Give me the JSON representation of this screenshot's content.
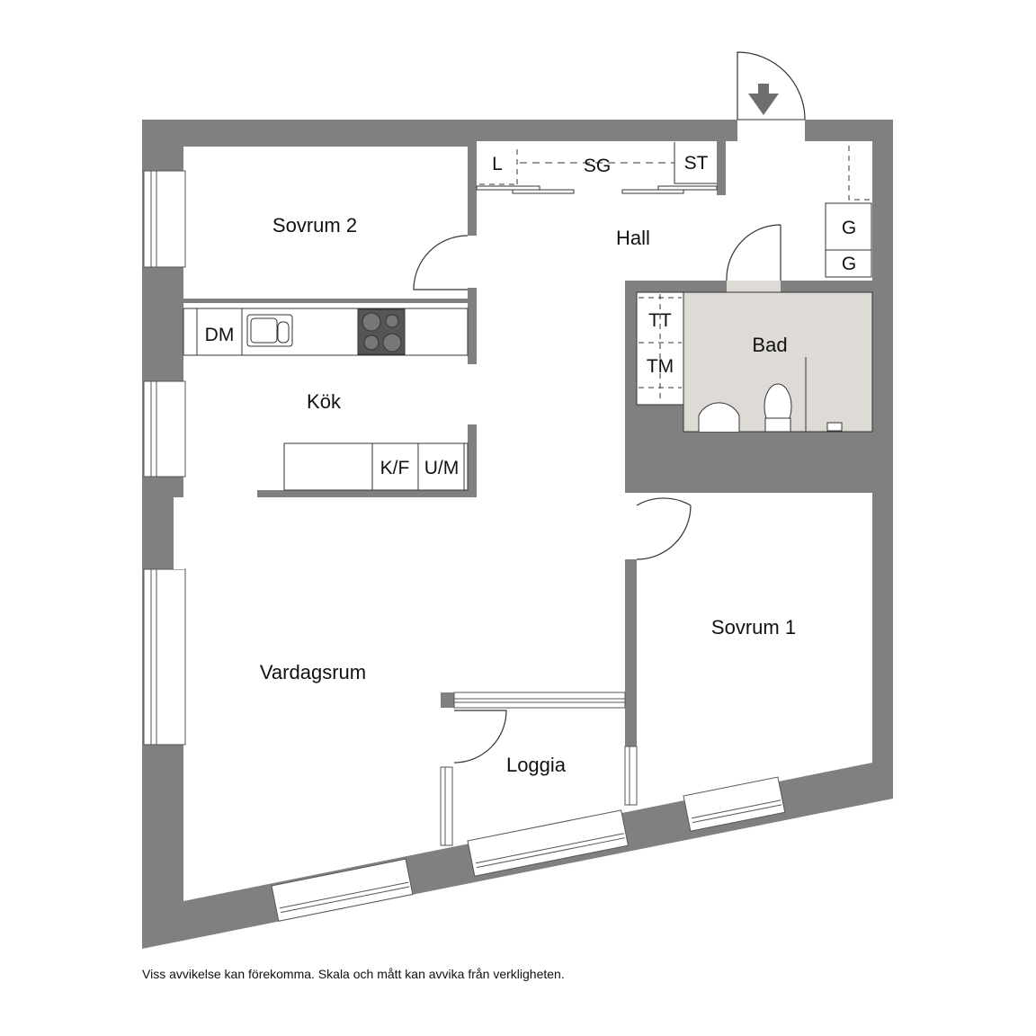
{
  "rooms": {
    "sovrum2": "Sovrum 2",
    "hall": "Hall",
    "kok": "Kök",
    "bad": "Bad",
    "vardagsrum": "Vardagsrum",
    "sovrum1": "Sovrum 1",
    "loggia": "Loggia"
  },
  "fixtures": {
    "l": "L",
    "sg": "SG",
    "st": "ST",
    "g1": "G",
    "g2": "G",
    "tt": "TT",
    "tm": "TM",
    "dm": "DM",
    "kf": "K/F",
    "um": "U/M"
  },
  "colors": {
    "wall": "#808080",
    "bath_floor": "#dedbd6"
  },
  "footer_note": "Viss avvikelse kan förekomma. Skala och mått kan avvika från verkligheten."
}
